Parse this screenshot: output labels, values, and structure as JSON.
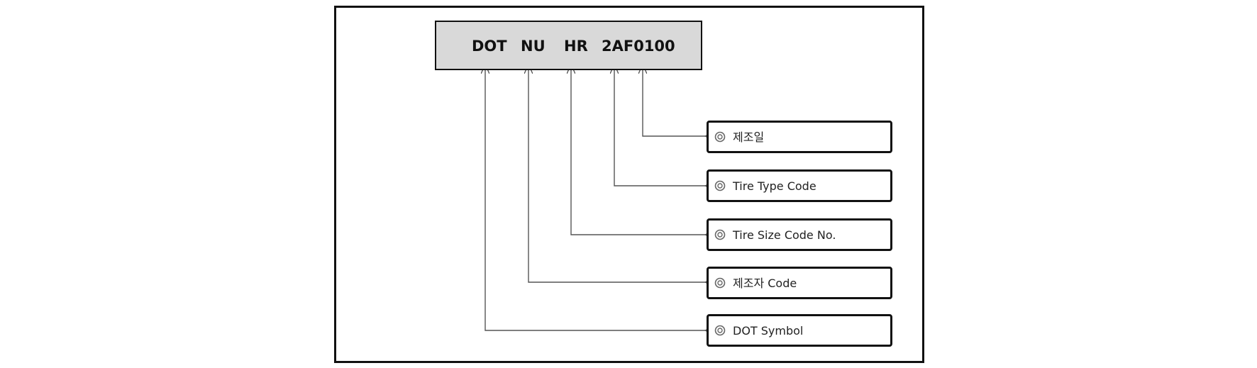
{
  "code": {
    "parts": [
      "DOT",
      "NU",
      "HR",
      "2AF0100"
    ]
  },
  "labels": [
    {
      "text": "제조일"
    },
    {
      "text": "Tire Type Code"
    },
    {
      "text": "Tire Size Code No."
    },
    {
      "text": "제조자 Code"
    },
    {
      "text": "DOT Symbol"
    }
  ],
  "colors": {
    "code_box_fill": "#d9d9d9",
    "border": "#111111",
    "connector": "#555555"
  },
  "icons": {
    "bullet": "double-circle-icon"
  }
}
